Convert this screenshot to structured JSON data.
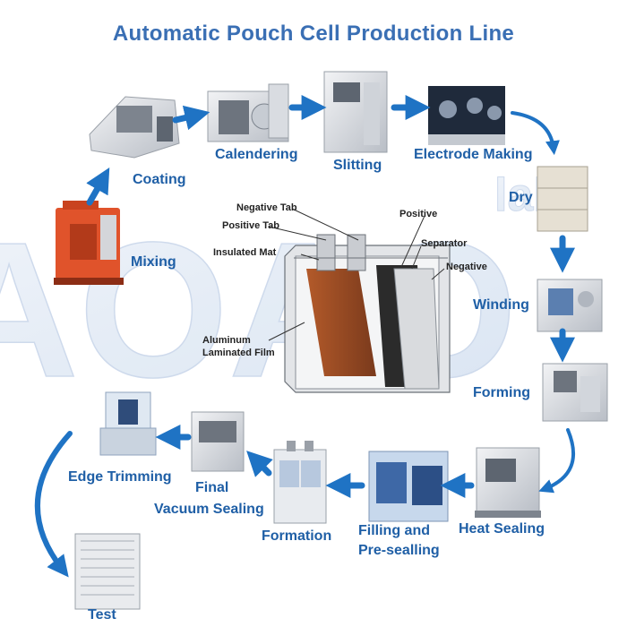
{
  "title": "Automatic Pouch Cell Production Line",
  "watermark": {
    "text": "AOAO",
    "sub": "lab"
  },
  "colors": {
    "title": "#3a6fb4",
    "label": "#1f5fa6",
    "arrow": "#1f73c4"
  },
  "steps": {
    "mixing": "Mixing",
    "coating": "Coating",
    "calendering": "Calendering",
    "slitting": "Slitting",
    "electrode_making": "Electrode Making",
    "dry": "Dry",
    "winding": "Winding",
    "forming": "Forming",
    "heat_sealing": "Heat Sealing",
    "filling_line1": "Filling    and",
    "filling_line2": "Pre-sealling",
    "formation": "Formation",
    "final_line1": "Final",
    "final_line2": "Vacuum Sealing",
    "edge_trimming": "Edge Trimming",
    "test": "Test"
  },
  "cell_diagram": {
    "negative_tab": "Negative Tab",
    "positive_tab": "Positive Tab",
    "insulated_mat": "Insulated Mat",
    "aluminum_line1": "Aluminum",
    "aluminum_line2": "Laminated Film",
    "positive": "Positive",
    "separator": "Separator",
    "negative": "Negative"
  }
}
